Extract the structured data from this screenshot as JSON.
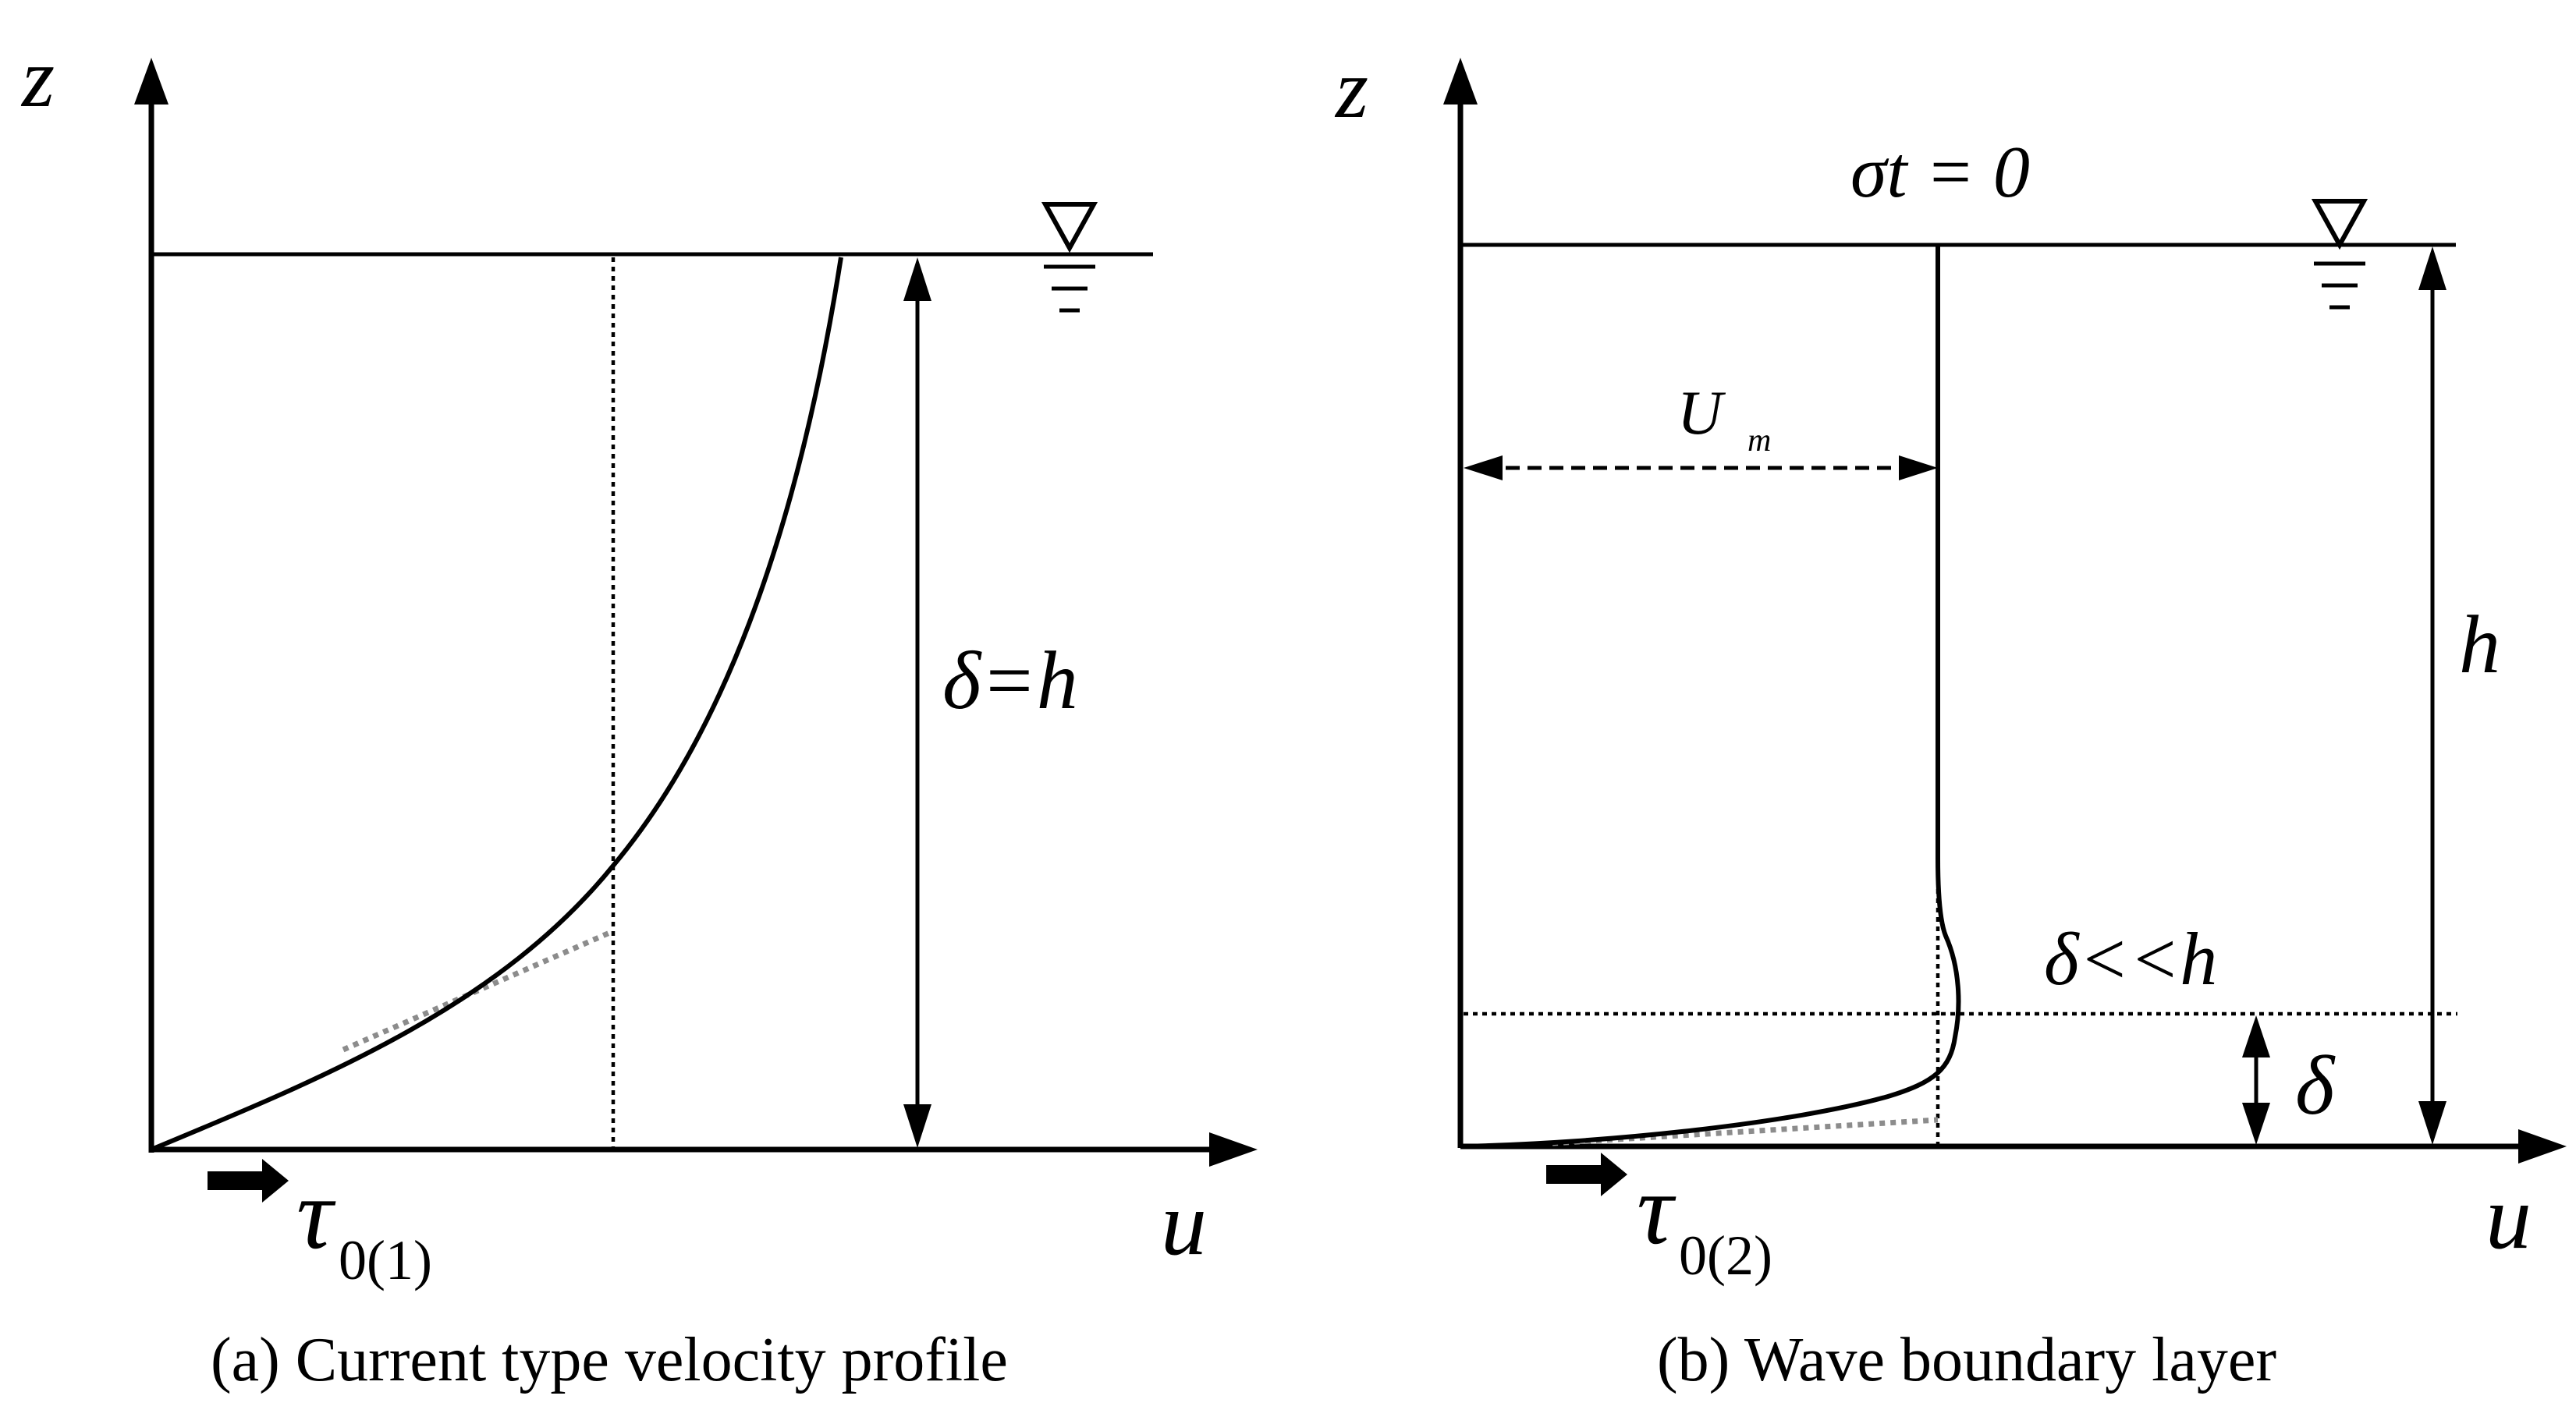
{
  "panel_a": {
    "axis_z": "z",
    "axis_u": "u",
    "delta_eq_h": "δ=h",
    "tau_symbol": "τ",
    "tau_subscript": "0(1)",
    "caption": "(a) Current type velocity profile"
  },
  "panel_b": {
    "axis_z": "z",
    "axis_u": "u",
    "sigma_t": "σt = 0",
    "U_symbol": "U",
    "U_subscript": "m",
    "h_label": "h",
    "delta_ll_h": "δ<<h",
    "delta_label": "δ",
    "tau_symbol": "τ",
    "tau_subscript": "0(2)",
    "caption": "(b) Wave boundary layer"
  },
  "colors": {
    "line": "#000000",
    "approx_line": "#8c8c8c"
  }
}
